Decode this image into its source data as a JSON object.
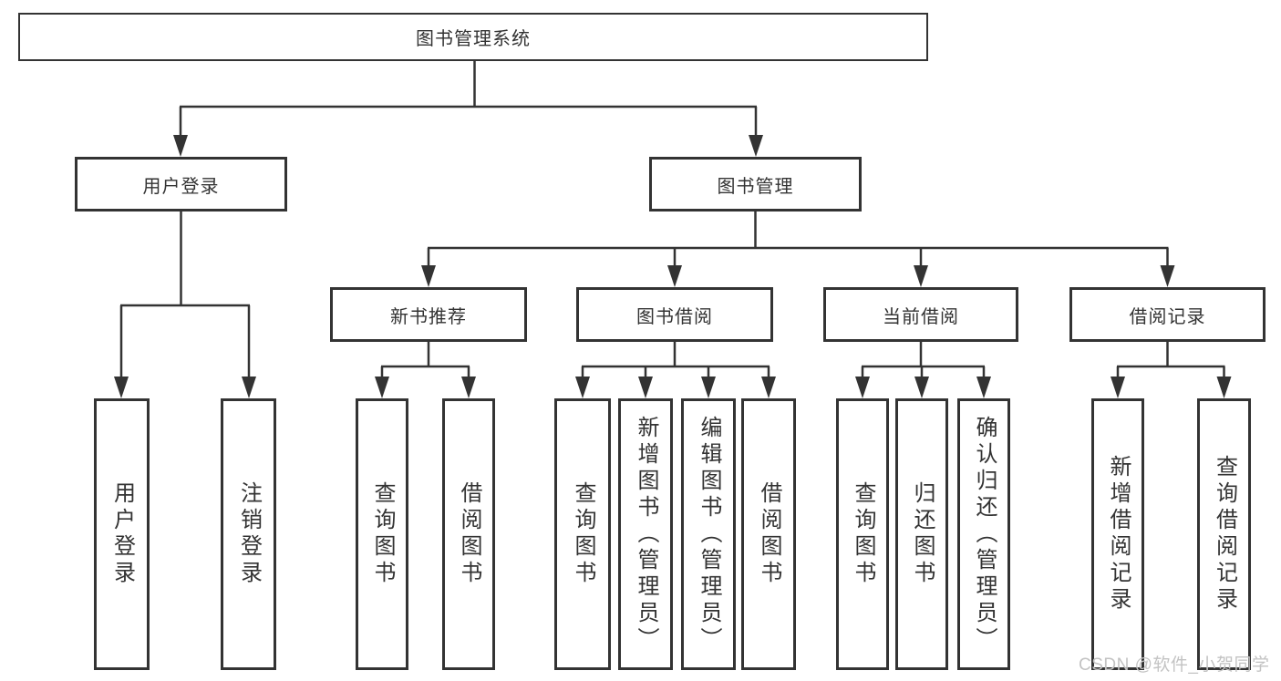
{
  "diagram": {
    "root": {
      "label": "图书管理系统"
    },
    "branches": [
      {
        "label": "用户登录",
        "leaves": [
          {
            "label": "用户登录"
          },
          {
            "label": "注销登录"
          }
        ]
      },
      {
        "label": "图书管理",
        "groups": [
          {
            "label": "新书推荐",
            "leaves": [
              {
                "label": "查询图书"
              },
              {
                "label": "借阅图书"
              }
            ]
          },
          {
            "label": "图书借阅",
            "leaves": [
              {
                "label": "查询图书"
              },
              {
                "label": "新增图书（管理员）"
              },
              {
                "label": "编辑图书（管理员）"
              },
              {
                "label": "借阅图书"
              }
            ]
          },
          {
            "label": "当前借阅",
            "leaves": [
              {
                "label": "查询图书"
              },
              {
                "label": "归还图书"
              },
              {
                "label": "确认归还（管理员）"
              }
            ]
          },
          {
            "label": "借阅记录",
            "leaves": [
              {
                "label": "新增借阅记录"
              },
              {
                "label": "查询借阅记录"
              }
            ]
          }
        ]
      }
    ]
  },
  "colors": {
    "line": "#333333",
    "text": "#333333",
    "background": "#ffffff",
    "watermark": "#c3c3c3"
  },
  "watermark": {
    "text": "CSDN @软件_小贺同学"
  }
}
